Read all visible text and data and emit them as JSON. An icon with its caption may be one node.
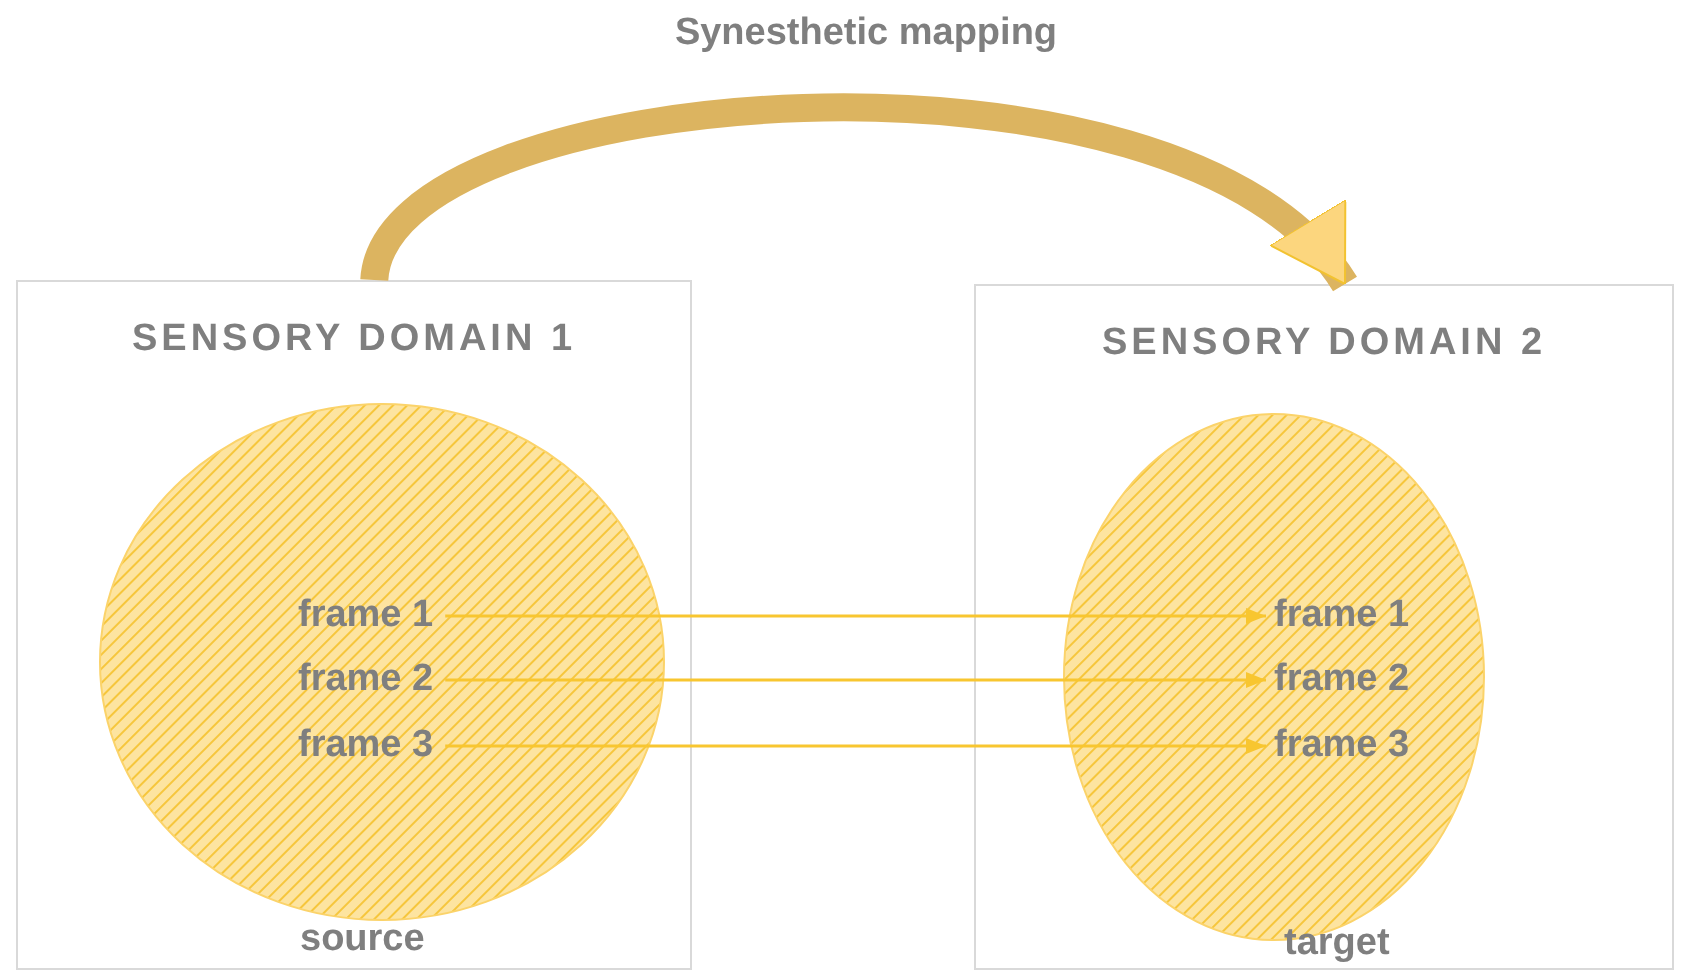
{
  "diagram": {
    "nodes": [
      {
        "text": [
          "SENSORY DOMAIN 1"
        ]
      },
      {
        "text": [],
        "shape": "circle",
        "in": 0,
        "beside": [
          "source"
        ]
      },
      {
        "text": [
          "frame 1"
        ],
        "in": 1
      },
      {
        "text": [
          "frame 2"
        ],
        "in": 1
      },
      {
        "text": [
          "frame 3"
        ],
        "in": 1
      },
      {
        "text": [
          "SENSORY DOMAIN 2"
        ]
      },
      {
        "text": [],
        "shape": "circle",
        "in": 5,
        "beside": [
          "target"
        ]
      },
      {
        "text": [
          "frame 1"
        ],
        "in": 6
      },
      {
        "text": [
          "frame 2"
        ],
        "in": 6
      },
      {
        "text": [
          "frame 3"
        ],
        "in": 6
      }
    ],
    "edges": [
      {
        "from": 0,
        "to": 5,
        "arrow": "to",
        "label": "Synesthetic mapping",
        "style": "thick",
        "color": "#dcb460"
      },
      {
        "from": 2,
        "to": 7,
        "arrow": "to"
      },
      {
        "from": 3,
        "to": 8,
        "arrow": "to"
      },
      {
        "from": 4,
        "to": 9,
        "arrow": "to"
      }
    ]
  }
}
